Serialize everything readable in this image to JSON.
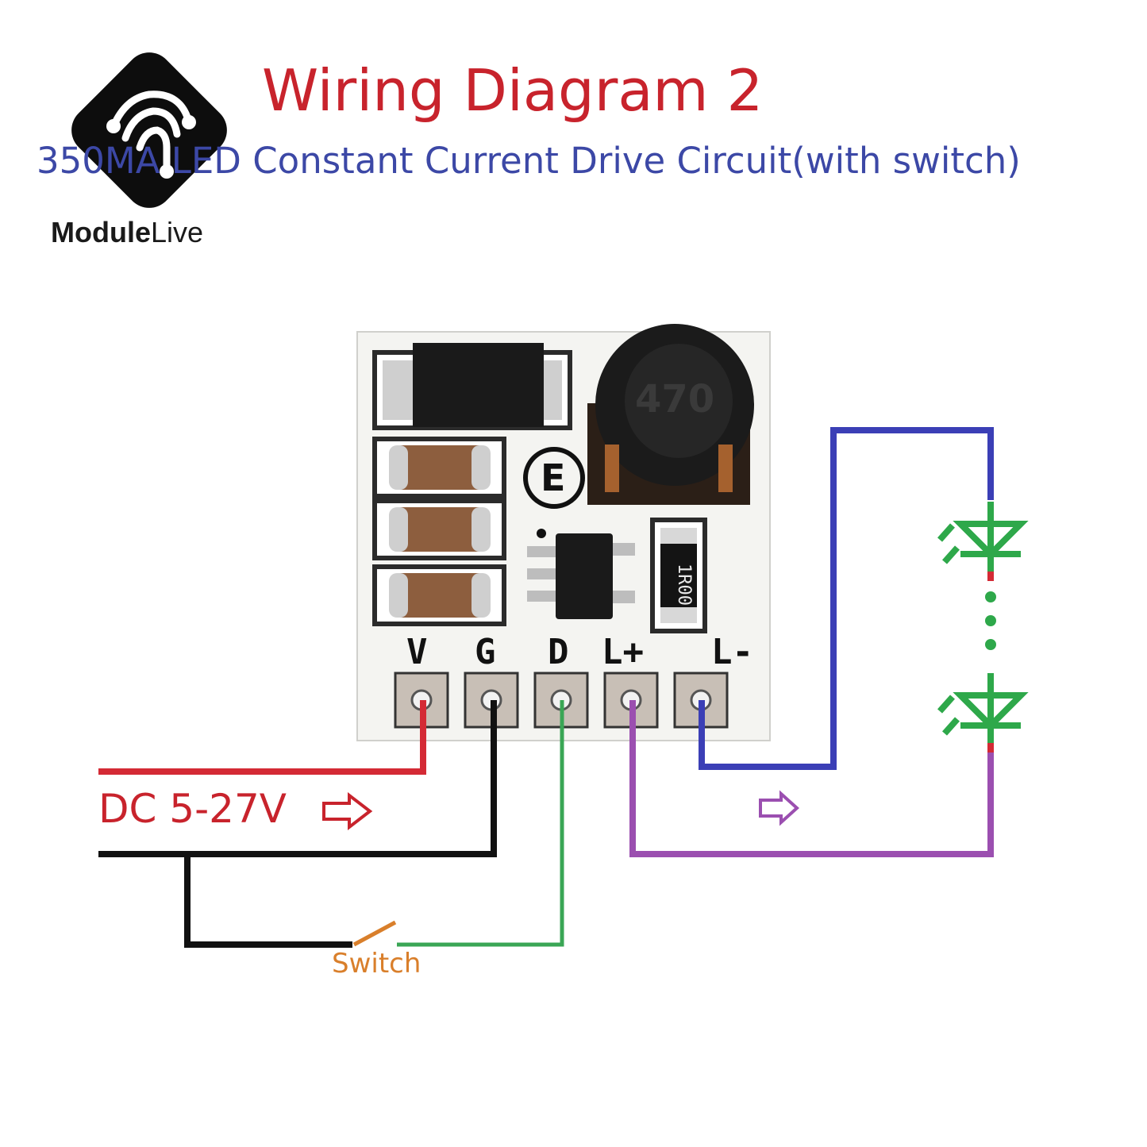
{
  "header": {
    "title": "Wiring Diagram 2",
    "subtitle": "350MA LED Constant Current Drive Circuit(with switch)"
  },
  "brand": {
    "name_bold": "Module",
    "name_light": "Live"
  },
  "module": {
    "pins": [
      "V",
      "G",
      "D",
      "L+",
      "L-"
    ],
    "inductor_marking": "470",
    "resistor_marking": "1R00",
    "mark": "E"
  },
  "labels": {
    "supply": "DC 5-27V",
    "switch": "Switch"
  },
  "colors": {
    "title": "#c8232c",
    "subtitle": "#3c48a6",
    "wire_v": "#d42a35",
    "wire_g": "#111111",
    "wire_d": "#3aa655",
    "wire_lplus": "#9b4fb0",
    "wire_lminus": "#3b3fb6",
    "led": "#2ea84a",
    "switch": "#d97f2b"
  }
}
